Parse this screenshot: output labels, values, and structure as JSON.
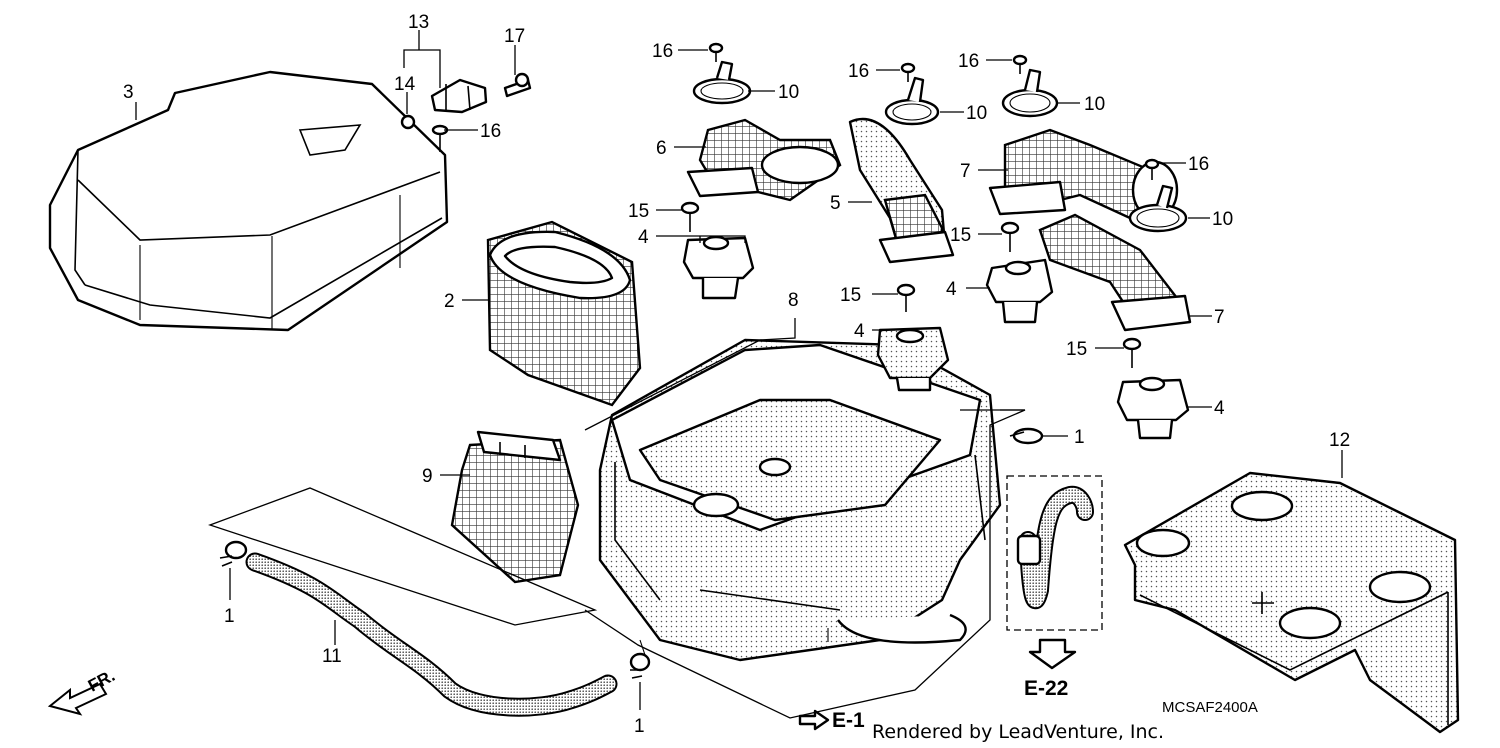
{
  "diagram": {
    "callouts": {
      "c1a": "1",
      "c1b": "1",
      "c1c": "1",
      "c2": "2",
      "c3": "3",
      "c4a": "4",
      "c4b": "4",
      "c4c": "4",
      "c4d": "4",
      "c5": "5",
      "c6": "6",
      "c7a": "7",
      "c7b": "7",
      "c8": "8",
      "c9": "9",
      "c10a": "10",
      "c10b": "10",
      "c10c": "10",
      "c10d": "10",
      "c11": "11",
      "c12": "12",
      "c13": "13",
      "c14": "14",
      "c15a": "15",
      "c15b": "15",
      "c15c": "15",
      "c15d": "15",
      "c16a": "16",
      "c16b": "16",
      "c16c": "16",
      "c16d": "16",
      "c16e": "16",
      "c17": "17"
    },
    "references": {
      "e1": "E-1",
      "e22": "E-22"
    },
    "direction_label": "FR.",
    "diagram_code": "MCSAF2400A",
    "credit": "Rendered by LeadVenture, Inc."
  }
}
